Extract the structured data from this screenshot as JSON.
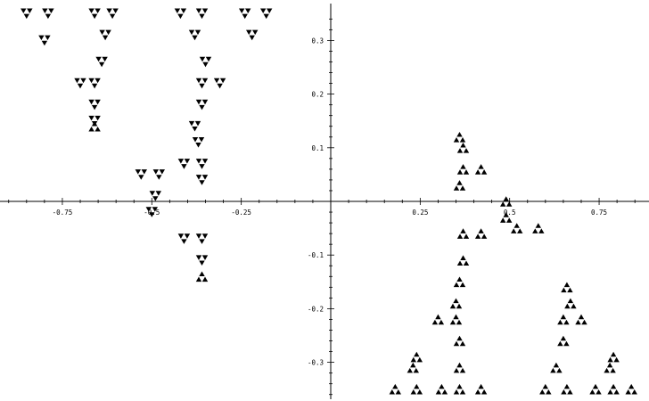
{
  "chart_data": {
    "type": "scatter",
    "title": "",
    "xlabel": "",
    "ylabel": "",
    "xlim": [
      -0.92,
      0.88
    ],
    "ylim": [
      -0.37,
      0.37
    ],
    "grid": false,
    "legend": "none",
    "x_ticks": [
      {
        "value": -0.75,
        "label": "-0.75"
      },
      {
        "value": -0.5,
        "label": "-0.5"
      },
      {
        "value": -0.25,
        "label": "-0.25"
      },
      {
        "value": 0.25,
        "label": "0.25"
      },
      {
        "value": 0.5,
        "label": "0.5"
      },
      {
        "value": 0.75,
        "label": "0.75"
      }
    ],
    "y_ticks": [
      {
        "value": 0.3,
        "label": "0.3"
      },
      {
        "value": 0.2,
        "label": "0.2"
      },
      {
        "value": 0.1,
        "label": "0.1"
      },
      {
        "value": -0.1,
        "label": "-0.1"
      },
      {
        "value": -0.2,
        "label": "-0.2"
      },
      {
        "value": -0.3,
        "label": "-0.3"
      }
    ],
    "point_color": "#000000",
    "series": [
      {
        "marker": "triangle",
        "points": [
          {
            "x": -0.85,
            "y": 0.35,
            "orientation": "down"
          },
          {
            "x": -0.79,
            "y": 0.35,
            "orientation": "down"
          },
          {
            "x": -0.8,
            "y": 0.3,
            "orientation": "down"
          },
          {
            "x": -0.66,
            "y": 0.35,
            "orientation": "down"
          },
          {
            "x": -0.61,
            "y": 0.35,
            "orientation": "down"
          },
          {
            "x": -0.63,
            "y": 0.31,
            "orientation": "down"
          },
          {
            "x": -0.64,
            "y": 0.26,
            "orientation": "down"
          },
          {
            "x": -0.36,
            "y": 0.35,
            "orientation": "down"
          },
          {
            "x": -0.42,
            "y": 0.35,
            "orientation": "down"
          },
          {
            "x": -0.38,
            "y": 0.31,
            "orientation": "down"
          },
          {
            "x": -0.24,
            "y": 0.35,
            "orientation": "down"
          },
          {
            "x": -0.18,
            "y": 0.35,
            "orientation": "down"
          },
          {
            "x": -0.22,
            "y": 0.31,
            "orientation": "down"
          },
          {
            "x": -0.7,
            "y": 0.22,
            "orientation": "down"
          },
          {
            "x": -0.66,
            "y": 0.22,
            "orientation": "down"
          },
          {
            "x": -0.66,
            "y": 0.18,
            "orientation": "down"
          },
          {
            "x": -0.66,
            "y": 0.15,
            "orientation": "down"
          },
          {
            "x": -0.66,
            "y": 0.14,
            "orientation": "up"
          },
          {
            "x": -0.35,
            "y": 0.26,
            "orientation": "down"
          },
          {
            "x": -0.31,
            "y": 0.22,
            "orientation": "down"
          },
          {
            "x": -0.36,
            "y": 0.22,
            "orientation": "down"
          },
          {
            "x": -0.36,
            "y": 0.18,
            "orientation": "down"
          },
          {
            "x": -0.38,
            "y": 0.14,
            "orientation": "down"
          },
          {
            "x": -0.37,
            "y": 0.11,
            "orientation": "down"
          },
          {
            "x": -0.53,
            "y": 0.05,
            "orientation": "down"
          },
          {
            "x": -0.48,
            "y": 0.05,
            "orientation": "down"
          },
          {
            "x": -0.41,
            "y": 0.07,
            "orientation": "down"
          },
          {
            "x": -0.36,
            "y": 0.07,
            "orientation": "down"
          },
          {
            "x": -0.36,
            "y": 0.04,
            "orientation": "down"
          },
          {
            "x": -0.49,
            "y": 0.01,
            "orientation": "down"
          },
          {
            "x": -0.5,
            "y": -0.02,
            "orientation": "down"
          },
          {
            "x": -0.41,
            "y": -0.07,
            "orientation": "down"
          },
          {
            "x": -0.36,
            "y": -0.07,
            "orientation": "down"
          },
          {
            "x": -0.36,
            "y": -0.11,
            "orientation": "down"
          },
          {
            "x": -0.36,
            "y": -0.14,
            "orientation": "up"
          },
          {
            "x": 0.36,
            "y": 0.12,
            "orientation": "up"
          },
          {
            "x": 0.37,
            "y": 0.1,
            "orientation": "up"
          },
          {
            "x": 0.37,
            "y": 0.06,
            "orientation": "up"
          },
          {
            "x": 0.42,
            "y": 0.06,
            "orientation": "up"
          },
          {
            "x": 0.36,
            "y": 0.03,
            "orientation": "up"
          },
          {
            "x": 0.49,
            "y": 0.0,
            "orientation": "up"
          },
          {
            "x": 0.49,
            "y": -0.03,
            "orientation": "up"
          },
          {
            "x": 0.52,
            "y": -0.05,
            "orientation": "up"
          },
          {
            "x": 0.58,
            "y": -0.05,
            "orientation": "up"
          },
          {
            "x": 0.37,
            "y": -0.06,
            "orientation": "up"
          },
          {
            "x": 0.42,
            "y": -0.06,
            "orientation": "up"
          },
          {
            "x": 0.37,
            "y": -0.11,
            "orientation": "up"
          },
          {
            "x": 0.36,
            "y": -0.15,
            "orientation": "up"
          },
          {
            "x": 0.35,
            "y": -0.19,
            "orientation": "up"
          },
          {
            "x": 0.3,
            "y": -0.22,
            "orientation": "up"
          },
          {
            "x": 0.35,
            "y": -0.22,
            "orientation": "up"
          },
          {
            "x": 0.36,
            "y": -0.26,
            "orientation": "up"
          },
          {
            "x": 0.36,
            "y": -0.31,
            "orientation": "up"
          },
          {
            "x": 0.24,
            "y": -0.29,
            "orientation": "up"
          },
          {
            "x": 0.23,
            "y": -0.31,
            "orientation": "up"
          },
          {
            "x": 0.18,
            "y": -0.35,
            "orientation": "up"
          },
          {
            "x": 0.24,
            "y": -0.35,
            "orientation": "up"
          },
          {
            "x": 0.31,
            "y": -0.35,
            "orientation": "up"
          },
          {
            "x": 0.36,
            "y": -0.35,
            "orientation": "up"
          },
          {
            "x": 0.42,
            "y": -0.35,
            "orientation": "up"
          },
          {
            "x": 0.66,
            "y": -0.16,
            "orientation": "up"
          },
          {
            "x": 0.67,
            "y": -0.19,
            "orientation": "up"
          },
          {
            "x": 0.7,
            "y": -0.22,
            "orientation": "up"
          },
          {
            "x": 0.65,
            "y": -0.22,
            "orientation": "up"
          },
          {
            "x": 0.65,
            "y": -0.26,
            "orientation": "up"
          },
          {
            "x": 0.63,
            "y": -0.31,
            "orientation": "up"
          },
          {
            "x": 0.6,
            "y": -0.35,
            "orientation": "up"
          },
          {
            "x": 0.66,
            "y": -0.35,
            "orientation": "up"
          },
          {
            "x": 0.79,
            "y": -0.29,
            "orientation": "up"
          },
          {
            "x": 0.78,
            "y": -0.31,
            "orientation": "up"
          },
          {
            "x": 0.74,
            "y": -0.35,
            "orientation": "up"
          },
          {
            "x": 0.79,
            "y": -0.35,
            "orientation": "up"
          },
          {
            "x": 0.84,
            "y": -0.35,
            "orientation": "up"
          }
        ]
      }
    ]
  }
}
